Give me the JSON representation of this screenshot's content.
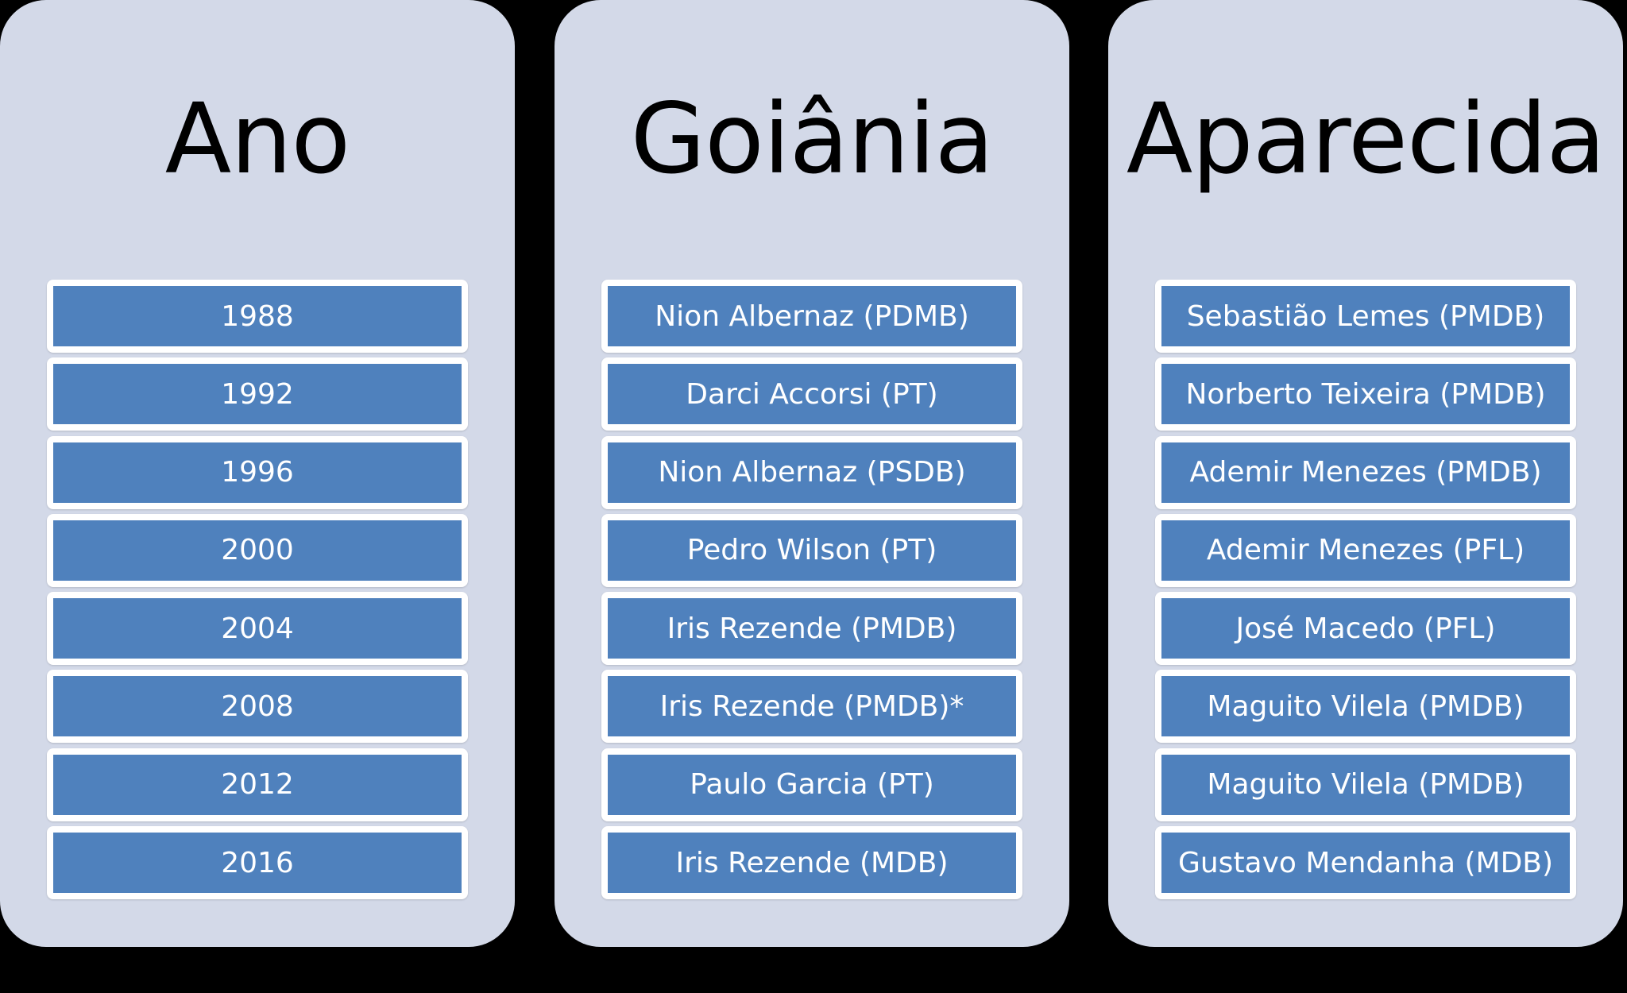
{
  "columns": [
    {
      "title": "Ano",
      "items": [
        "1988",
        "1992",
        "1996",
        "2000",
        "2004",
        "2008",
        "2012",
        "2016"
      ]
    },
    {
      "title": "Goiânia",
      "items": [
        "Nion Albernaz (PDMB)",
        "Darci Accorsi (PT)",
        "Nion Albernaz (PSDB)",
        "Pedro Wilson (PT)",
        "Iris Rezende (PMDB)",
        "Iris Rezende (PMDB)*",
        "Paulo Garcia (PT)",
        "Iris Rezende (MDB)"
      ]
    },
    {
      "title": "Aparecida",
      "items": [
        "Sebastião Lemes (PMDB)",
        "Norberto Teixeira (PMDB)",
        "Ademir Menezes (PMDB)",
        "Ademir Menezes (PFL)",
        "José Macedo (PFL)",
        "Maguito Vilela (PMDB)",
        "Maguito Vilela (PMDB)",
        "Gustavo Mendanha (MDB)"
      ]
    }
  ],
  "colors": {
    "background": "#000000",
    "panel": "#d3d9e8",
    "item_fill": "#4f81bd",
    "item_border": "#ffffff",
    "item_text": "#ffffff",
    "title_text": "#000000"
  }
}
